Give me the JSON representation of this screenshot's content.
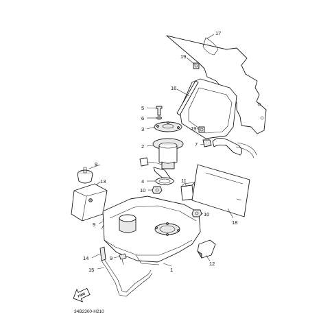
{
  "callouts": {
    "c1": "1",
    "c2": "2",
    "c3": "3",
    "c4": "4",
    "c5": "5",
    "c6": "6",
    "c7": "7",
    "c8": "8",
    "c9a": "9",
    "c9b": "9",
    "c10a": "10",
    "c10b": "10",
    "c11": "11",
    "c12": "12",
    "c13": "13",
    "c14": "14",
    "c15": "15",
    "c16": "16",
    "c17": "17",
    "c18": "18",
    "c19a": "19",
    "c19b": "19"
  },
  "drawing_code": "34B2300-H210",
  "direction_arrow": "FWD"
}
